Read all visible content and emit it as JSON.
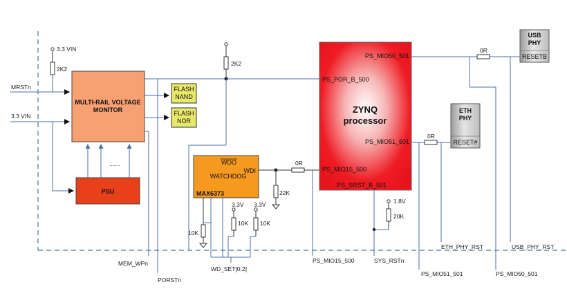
{
  "colors": {
    "wire": "#4a6fa5",
    "voltage_monitor_fill": "#f7a072",
    "psu_fill": "#e8411a",
    "watchdog_fill": "#f59a1e",
    "flash_fill": "#e8e86a",
    "zynq_fill": "#ee1c24",
    "phy_fill": "#cfcfcf"
  },
  "blocks": {
    "voltage_monitor": {
      "line1": "MULTI-RAIL VOLTAGE",
      "line2": "MONITOR"
    },
    "psu": {
      "label": "PSU"
    },
    "flash_nand": {
      "line1": "FLASH",
      "line2": "NAND"
    },
    "flash_nor": {
      "line1": "FLASH",
      "line2": "NOR"
    },
    "watchdog": {
      "wdo": "WDO",
      "name": "WATCHDOG",
      "part": "MAX6373",
      "wdi": "WDI"
    },
    "zynq": {
      "line1": "ZYNQ",
      "line2": "processor",
      "pin_mio50": "PS_MIO50_501",
      "pin_por": "PS_POR_B_500",
      "pin_mio51": "PS_MIO51_501",
      "pin_mio15": "PS_MIO15_500",
      "pin_srst": "PS_SRST_B_501"
    },
    "usb_phy": {
      "line1": "USB",
      "line2": "PHY",
      "pin": "RESETB"
    },
    "eth_phy": {
      "line1": "ETH",
      "line2": "PHY",
      "pin": "RESET#"
    }
  },
  "labels": {
    "vin_top": "3.3 VIN",
    "r_2k2_left": "2K2",
    "mrst": "MRSTn",
    "vin_left": "3.3 VIN",
    "dots": ".......",
    "r_2k2_mid": "2K2",
    "r_0r_wdi": "0R",
    "r_22k": "22K",
    "v33_a": "3.3V",
    "v33_b": "3.3V",
    "r_10k_a": "10K",
    "r_10k_b": "10K",
    "r_10k_c": "10K",
    "v18": "1.8V",
    "r_20k": "20K",
    "r_0r_usb": "0R",
    "r_0r_eth": "0R"
  },
  "nets": {
    "mem_wp": "MEM_WPn",
    "porst": "PORSTn",
    "wd_set": "WD_SET[0:2]",
    "ps_mio15": "PS_MIO15_500",
    "sys_rst": "SYS_RSTn",
    "ps_mio51": "PS_MIO51_501",
    "eth_phy_rst": "ETH_PHY_RST",
    "ps_mio50": "PS_MIO50_501",
    "usb_phy_rst": "USB_PHY_RST"
  }
}
